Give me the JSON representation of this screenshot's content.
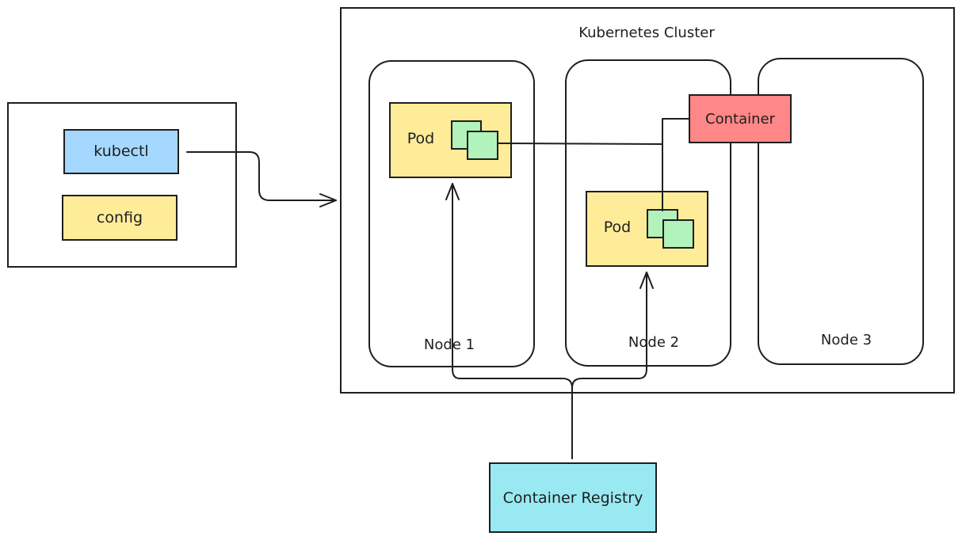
{
  "diagram": {
    "cluster_label": "Kubernetes Cluster",
    "client": {
      "kubectl_label": "kubectl",
      "config_label": "config",
      "kubectl_color": "#a5d8ff",
      "config_color": "#ffec99"
    },
    "nodes": [
      {
        "label": "Node 1"
      },
      {
        "label": "Node 2"
      },
      {
        "label": "Node 3"
      }
    ],
    "pods": [
      {
        "label": "Pod"
      },
      {
        "label": "Pod"
      }
    ],
    "container": {
      "label": "Container",
      "color": "#ff8787"
    },
    "registry": {
      "label": "Container Registry",
      "color": "#99e9f2"
    },
    "pod_color": "#ffec99",
    "mini_container_color": "#b2f2bb",
    "stroke_color": "#1e1e1e"
  }
}
